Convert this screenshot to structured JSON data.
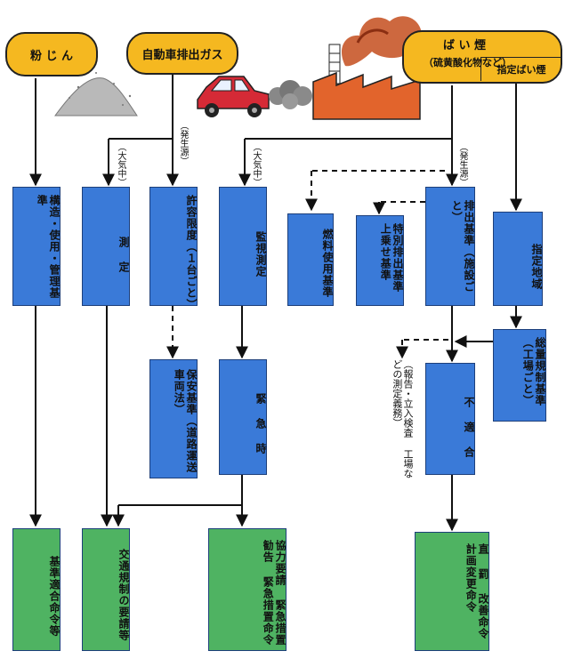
{
  "sources": {
    "dust": "粉 じ ん",
    "exhaust": "自動車排出ガス",
    "smoke": "ば い 煙",
    "smoke_sub": "（硫黄酸化物など）",
    "designated_smoke": "指定ばい煙"
  },
  "annotations": {
    "atmosphere_1": "（大気中）",
    "source_1": "（発生源）",
    "atmosphere_2": "（大気中）",
    "source_2": "（発生源）",
    "report": "（報告・立入検査 工場などの測定義務）"
  },
  "blue_boxes": {
    "structure": "構造・使用・管理基準",
    "measure": "測 定",
    "permit": "許容限度（１台ごと）",
    "monitor": "監視測定",
    "fuel": "燃料使用基準",
    "special": "特別排出基準 上乗せ基準",
    "emission": "排出基準（施設ごと）",
    "designated_area": "指定地域",
    "security": "保安基準（道路運送車両法）",
    "emergency": "緊 急 時",
    "noncompliance": "不 適 合",
    "total": "総量規制基準（工場ごと）"
  },
  "green_boxes": {
    "compliance_order": "基準適合命令等",
    "traffic": "交通規制の要請等",
    "cooperation": "協力要請 緊急措置勧告 緊急措置命令",
    "direct": "直 罰 改善命令 計画変更命令"
  }
}
